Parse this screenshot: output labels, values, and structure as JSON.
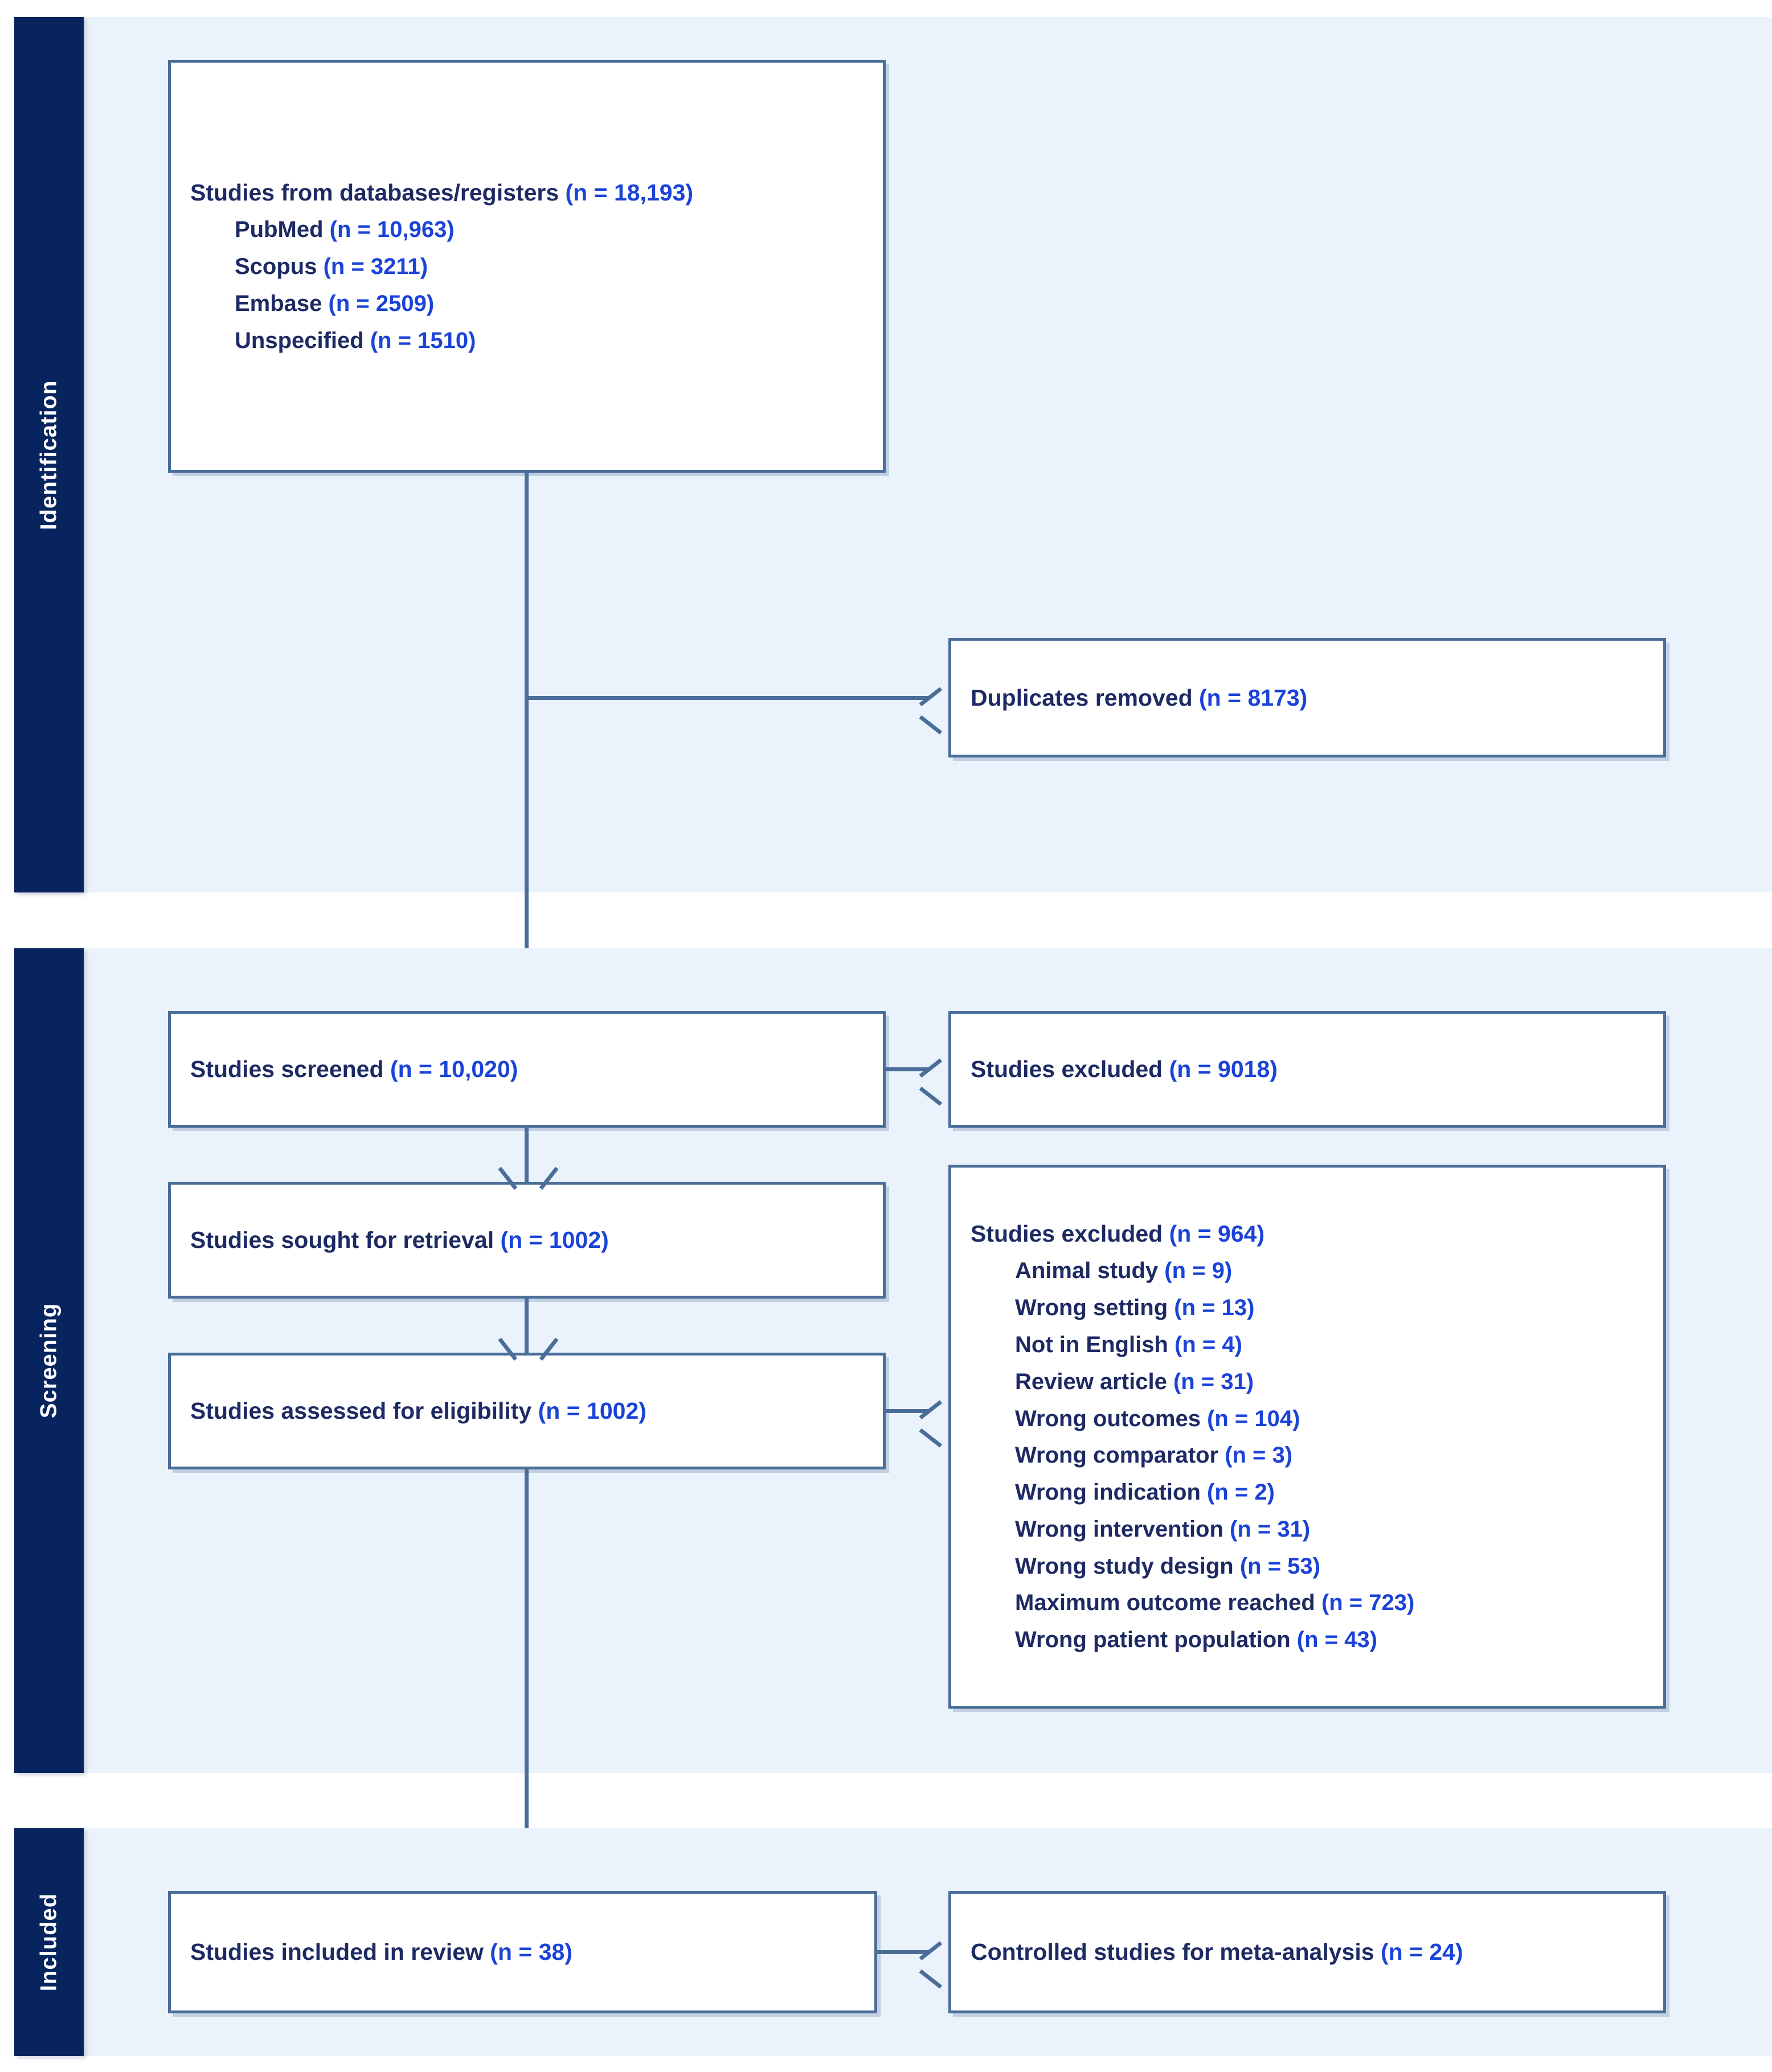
{
  "diagram": {
    "type": "prisma-flow-diagram",
    "colors": {
      "stage_bar": "#08245e",
      "panel_background": "#eaf2fb",
      "box_border": "#4a6d99",
      "box_fill": "#ffffff",
      "label_text": "#1d2a63",
      "count_text": "#1a43d8"
    },
    "stages": [
      {
        "id": "identification",
        "label": "Identification"
      },
      {
        "id": "screening",
        "label": "Screening"
      },
      {
        "id": "included",
        "label": "Included"
      }
    ],
    "nodes": {
      "records_identified": {
        "title_text": "Studies from databases/registers ",
        "title_count": "(n = 18,193)",
        "sources": [
          {
            "text": "PubMed ",
            "count": "(n = 10,963)"
          },
          {
            "text": "Scopus ",
            "count": "(n = 3211)"
          },
          {
            "text": "Embase ",
            "count": "(n = 2509)"
          },
          {
            "text": "Unspecified ",
            "count": "(n = 1510)"
          }
        ]
      },
      "duplicates_removed": {
        "title_text": "Duplicates removed ",
        "title_count": "(n = 8173)"
      },
      "studies_screened": {
        "title_text": "Studies screened ",
        "title_count": "(n = 10,020)"
      },
      "studies_excluded_screening": {
        "title_text": "Studies excluded ",
        "title_count": "(n = 9018)"
      },
      "sought_for_retrieval": {
        "title_text": "Studies sought for retrieval ",
        "title_count": "(n = 1002)"
      },
      "assessed_for_eligibility": {
        "title_text": "Studies assessed for eligibility ",
        "title_count": "(n = 1002)"
      },
      "studies_excluded_eligibility": {
        "title_text": "Studies excluded ",
        "title_count": "(n = 964)",
        "reasons": [
          {
            "text": "Animal study ",
            "count": "(n = 9)"
          },
          {
            "text": "Wrong setting ",
            "count": "(n = 13)"
          },
          {
            "text": "Not in English ",
            "count": "(n = 4)"
          },
          {
            "text": "Review article ",
            "count": "(n = 31)"
          },
          {
            "text": "Wrong outcomes ",
            "count": "(n = 104)"
          },
          {
            "text": "Wrong comparator ",
            "count": "(n = 3)"
          },
          {
            "text": "Wrong indication ",
            "count": "(n = 2)"
          },
          {
            "text": "Wrong intervention ",
            "count": "(n = 31)"
          },
          {
            "text": "Wrong study design ",
            "count": "(n = 53)"
          },
          {
            "text": "Maximum outcome reached ",
            "count": "(n = 723)"
          },
          {
            "text": "Wrong patient population ",
            "count": "(n = 43)"
          }
        ]
      },
      "included_in_review": {
        "title_text": "Studies included in review ",
        "title_count": "(n = 38)"
      },
      "meta_analysis": {
        "title_text": "Controlled studies for meta-analysis ",
        "title_count": "(n = 24)"
      }
    }
  }
}
